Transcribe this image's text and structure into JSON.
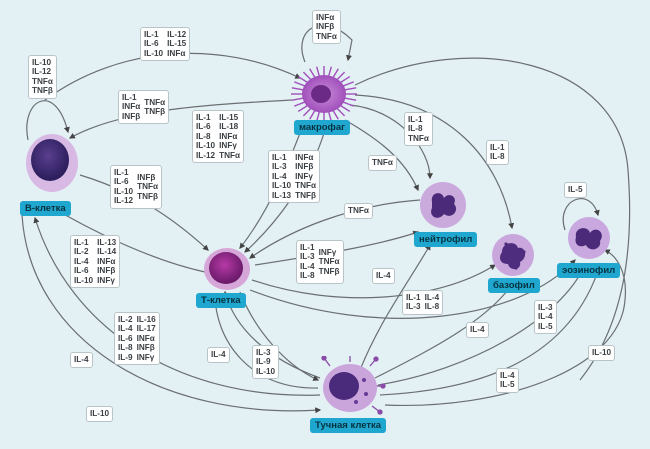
{
  "cells": {
    "macrophage": {
      "label": "макрофаг"
    },
    "bcell": {
      "label": "В-клетка"
    },
    "tcell": {
      "label": "Т-клетка"
    },
    "neutrophil": {
      "label": "нейтрофил"
    },
    "basophil": {
      "label": "базофил"
    },
    "eosinophil": {
      "label": "эозинофил"
    },
    "mastcell": {
      "label": "Тучная клетка"
    }
  },
  "boxes": {
    "macro_self": [
      [
        "INFα",
        "INFβ",
        "TNFα"
      ]
    ],
    "b_to_macro": [
      [
        "IL-1",
        "IL-6",
        "IL-10"
      ],
      [
        "IL-12",
        "IL-15",
        "INFα"
      ]
    ],
    "b_self": [
      [
        "IL-10",
        "IL-12",
        "TNFα",
        "TNFβ"
      ]
    ],
    "macro_to_b": [
      [
        "IL-1",
        "INFα",
        "INFβ"
      ],
      [
        "TNFα",
        "TNFβ"
      ]
    ],
    "macro_to_t_a": [
      [
        "IL-1",
        "IL-6",
        "IL-8",
        "IL-10",
        "IL-12"
      ],
      [
        "IL-15",
        "IL-18",
        "INFα",
        "INFγ",
        "TNFα"
      ]
    ],
    "macro_to_neut": [
      [
        "IL-1",
        "IL-8",
        "TNFα"
      ]
    ],
    "macro_to_baso": [
      [
        "IL-1",
        "IL-8"
      ]
    ],
    "macro_to_neut_tnf": [
      [
        "TNFα"
      ]
    ],
    "b_to_t": [
      [
        "IL-1",
        "IL-6",
        "IL-10",
        "IL-12"
      ],
      [
        "INFβ",
        "TNFα",
        "TNFβ"
      ]
    ],
    "macro_to_t_b": [
      [
        "IL-1",
        "IL-3",
        "IL-4",
        "IL-10",
        "IL-13"
      ],
      [
        "INFα",
        "INFβ",
        "INFγ",
        "TNFα",
        "TNFβ"
      ]
    ],
    "neut_to_t": [
      [
        "TNFα"
      ]
    ],
    "t_to_b": [
      [
        "IL-1",
        "IL-2",
        "IL-4",
        "IL-6",
        "IL-10"
      ],
      [
        "IL-13",
        "IL-14",
        "INFα",
        "INFβ",
        "INFγ"
      ]
    ],
    "t_to_neut": [
      [
        "IL-1",
        "IL-3",
        "IL-4",
        "IL-8"
      ],
      [
        "INFγ",
        "TNFα",
        "TNFβ"
      ]
    ],
    "eos_self": [
      [
        "IL-5"
      ]
    ],
    "mast_to_neut": [
      [
        "IL-4"
      ]
    ],
    "t_to_baso": [
      [
        "IL-1",
        "IL-3"
      ],
      [
        "IL-4",
        "IL-8"
      ]
    ],
    "mast_to_eos": [
      [
        "IL-3",
        "IL-4",
        "IL-5"
      ]
    ],
    "mast_to_t": [
      [
        "IL-2",
        "IL-4",
        "IL-6",
        "IL-8",
        "IL-9"
      ],
      [
        "IL-16",
        "IL-17",
        "INFα",
        "INFβ",
        "INFγ"
      ]
    ],
    "mast_to_baso": [
      [
        "IL-4"
      ]
    ],
    "mast_to_b": [
      [
        "IL-4"
      ]
    ],
    "mast_to_t_il4": [
      [
        "IL-4"
      ]
    ],
    "t_to_mast": [
      [
        "IL-3",
        "IL-9",
        "IL-10"
      ]
    ],
    "mast_to_eos_b": [
      [
        "IL-4",
        "IL-5"
      ]
    ],
    "mast_to_eos_il10": [
      [
        "IL-10"
      ]
    ],
    "b_to_mast": [
      [
        "IL-10"
      ]
    ]
  }
}
